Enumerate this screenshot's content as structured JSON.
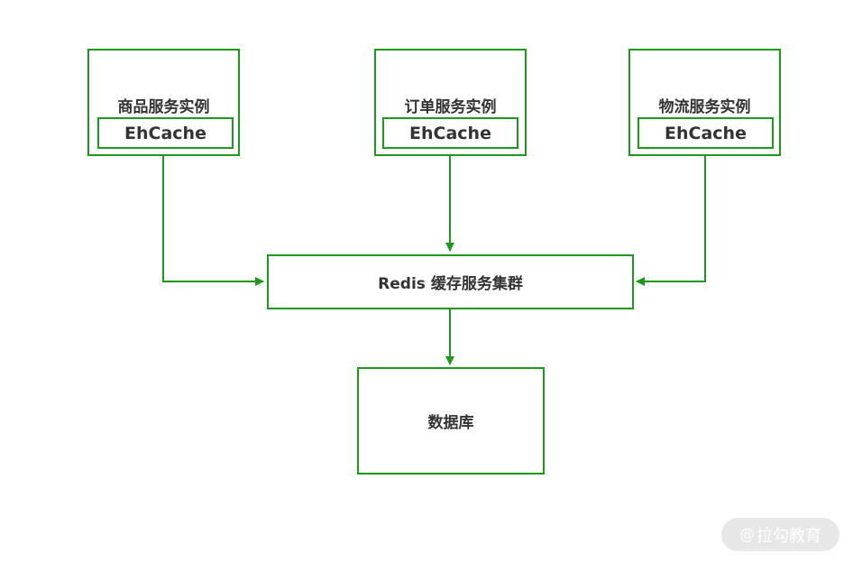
{
  "nodes": {
    "product": {
      "title": "商品服务实例",
      "cache": "EhCache"
    },
    "order": {
      "title": "订单服务实例",
      "cache": "EhCache"
    },
    "logistics": {
      "title": "物流服务实例",
      "cache": "EhCache"
    },
    "redis": {
      "label": "Redis 缓存服务集群"
    },
    "database": {
      "label": "数据库"
    }
  },
  "watermark": {
    "symbol": "@",
    "text": "拉勾教育"
  },
  "colors": {
    "stroke": "#1a9c1a",
    "text": "#333333",
    "watermark_bg": "#e7e7e7"
  },
  "edges": [
    {
      "from": "product",
      "to": "redis"
    },
    {
      "from": "order",
      "to": "redis"
    },
    {
      "from": "logistics",
      "to": "redis"
    },
    {
      "from": "redis",
      "to": "database"
    }
  ]
}
